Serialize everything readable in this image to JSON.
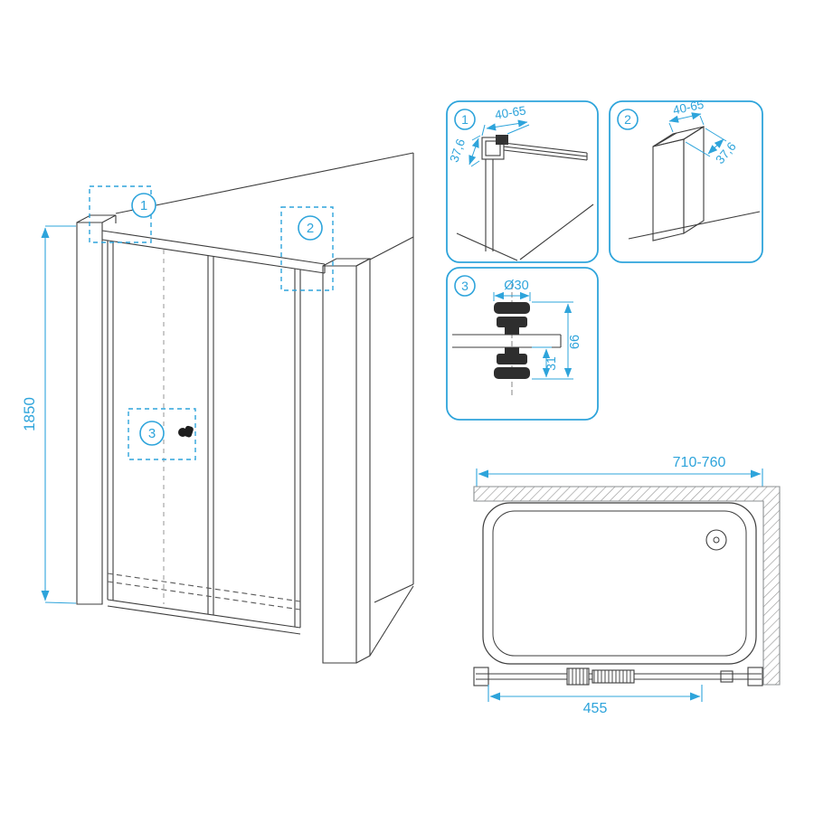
{
  "colors": {
    "accent": "#2EA4DB",
    "line": "#3D3D3D",
    "hatch": "#9A9A9A"
  },
  "main_view": {
    "height_dim": "1850",
    "callout_1": "1",
    "callout_2": "2",
    "callout_3": "3"
  },
  "detail_1": {
    "callout": "1",
    "dim_depth": "37,6",
    "dim_range": "40-65"
  },
  "detail_2": {
    "callout": "2",
    "dim_range": "40-65",
    "dim_depth": "37,6"
  },
  "detail_3": {
    "callout": "3",
    "dim_diameter": "Ø30",
    "dim_height": "66",
    "dim_inner": "31"
  },
  "top_view": {
    "dim_width": "710-760",
    "dim_door": "455"
  }
}
